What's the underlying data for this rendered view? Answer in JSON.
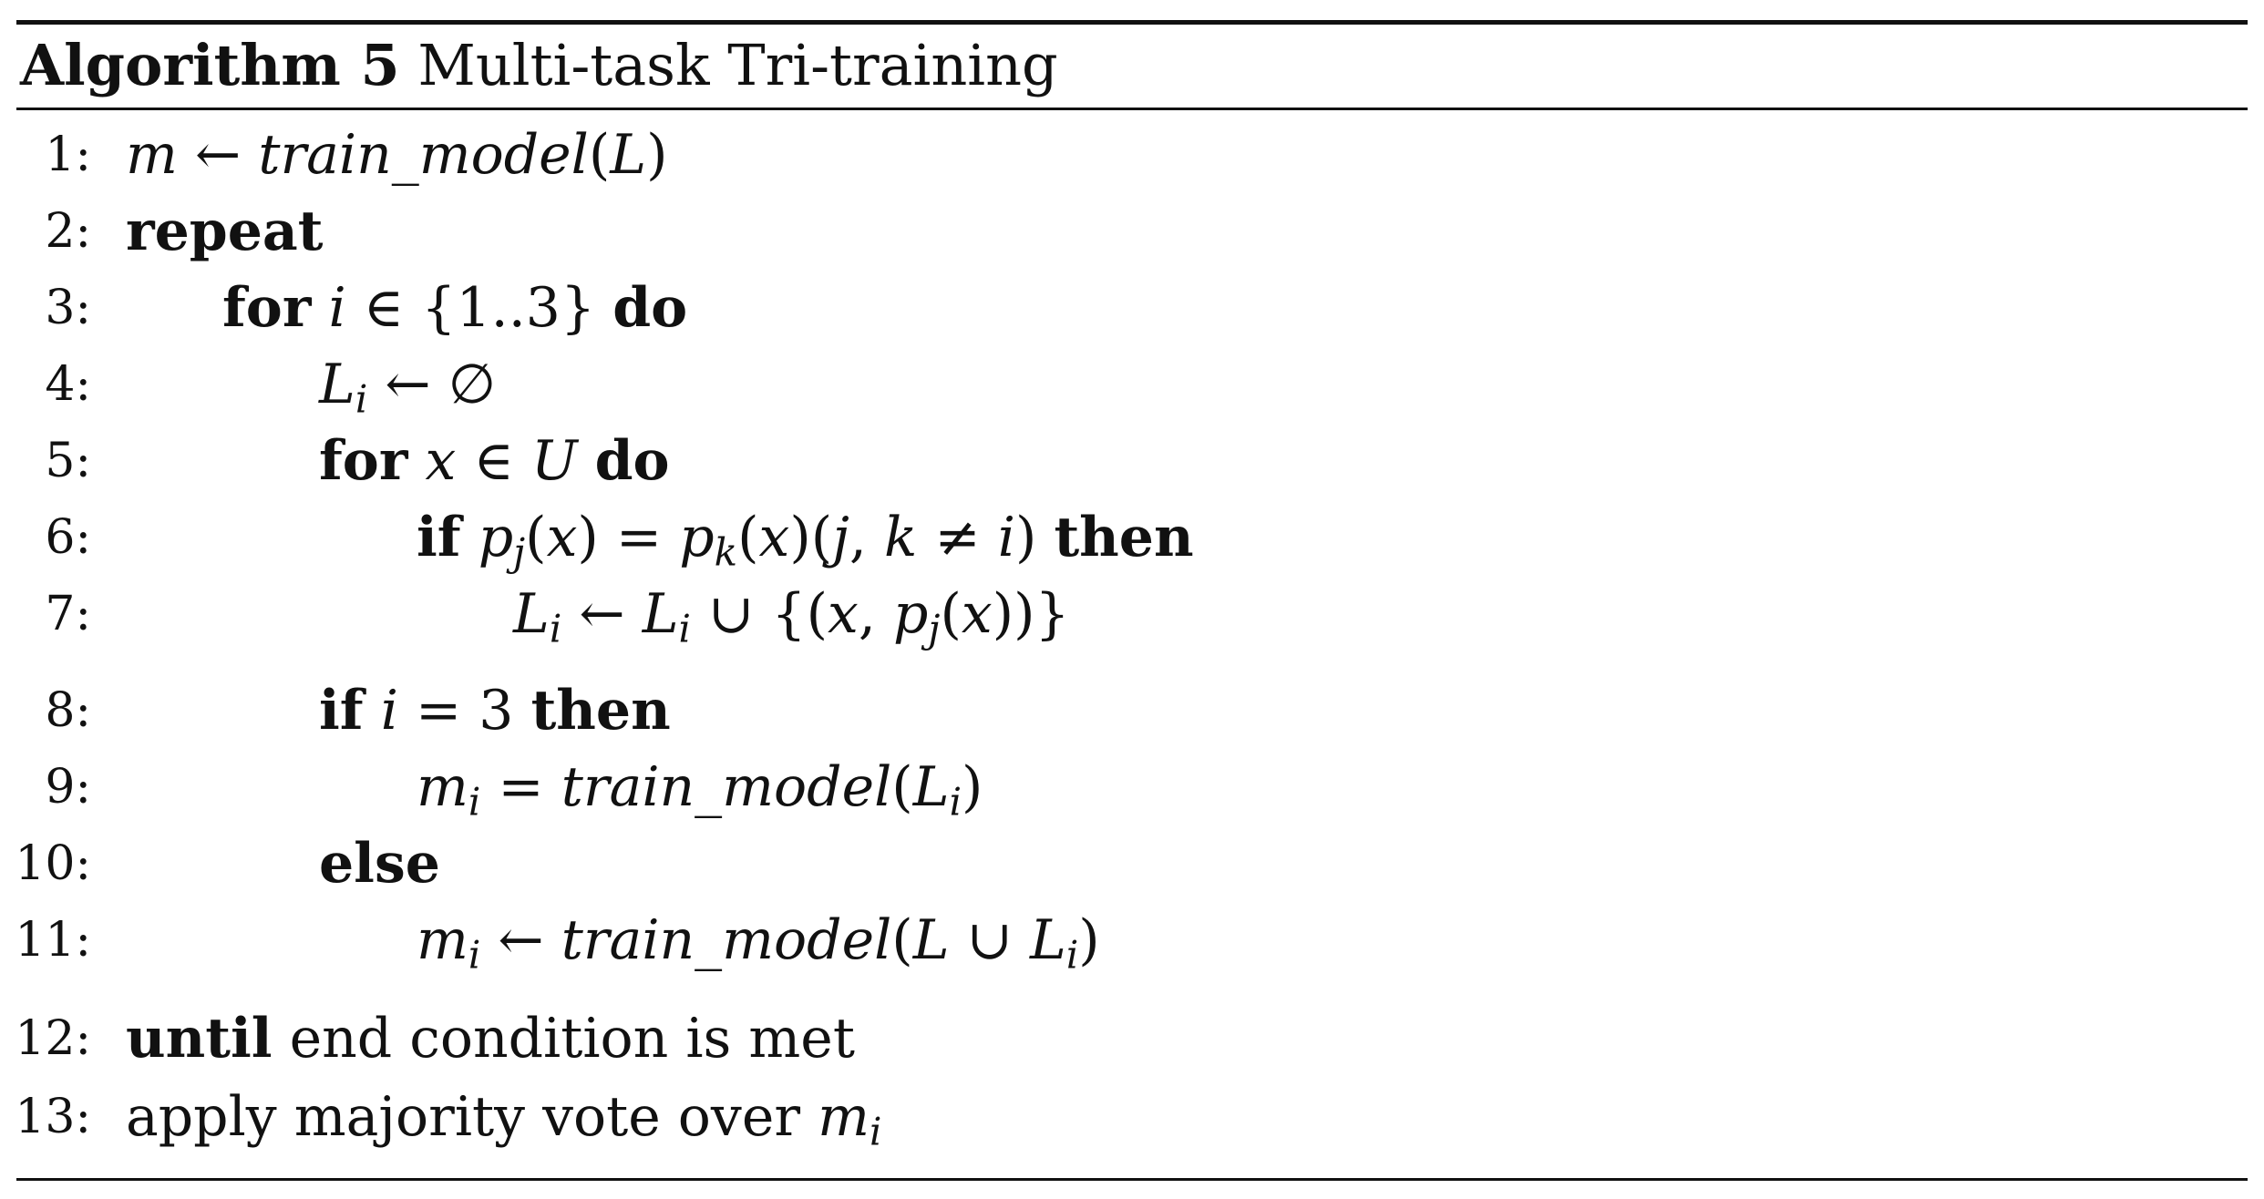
{
  "caption": {
    "label": "Algorithm 5",
    "title": "Multi-task Tri-training"
  },
  "lines": [
    {
      "num": "1:",
      "text": "m ← train_model(L)"
    },
    {
      "num": "2:",
      "kw1": "repeat"
    },
    {
      "num": "3:",
      "kw1": "for",
      "mid": "i ∈ {1..3}",
      "kw2": "do"
    },
    {
      "num": "4:",
      "text": "L_i ← ∅"
    },
    {
      "num": "5:",
      "kw1": "for",
      "mid": "x ∈ U",
      "kw2": "do"
    },
    {
      "num": "6:",
      "kw1": "if",
      "mid": "p_j(x) = p_k(x)(j, k ≠ i)",
      "kw2": "then"
    },
    {
      "num": "7:",
      "text": "L_i ← L_i ∪ {(x, p_j(x))}"
    },
    {
      "num": "8:",
      "kw1": "if",
      "mid": "i = 3",
      "kw2": "then"
    },
    {
      "num": "9:",
      "text": "m_i = train_model(L_i)"
    },
    {
      "num": "10:",
      "kw1": "else"
    },
    {
      "num": "11:",
      "text": "m_i ← train_model(L ∪ L_i)"
    },
    {
      "num": "12:",
      "kw1": "until",
      "mid": "end condition is met"
    },
    {
      "num": "13:",
      "text": "apply majority vote over m_i"
    }
  ]
}
